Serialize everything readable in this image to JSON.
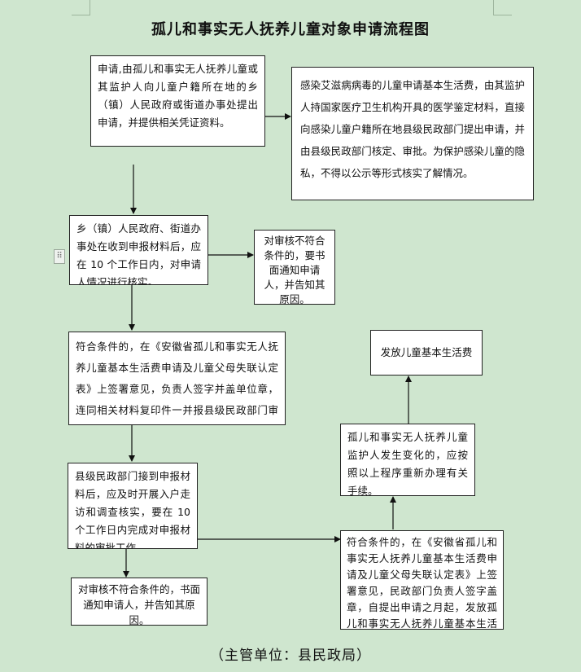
{
  "title": "孤儿和事实无人抚养儿童对象申请流程图",
  "footer": "（主管单位：县民政局）",
  "boxes": {
    "apply": "申请,由孤儿和事实无人抚养儿童或其监护人向儿童户籍所在地的乡（镇）人民政府或街道办事处提出申请，并提供相关凭证资料。",
    "aids": "感染艾滋病病毒的儿童申请基本生活费，由其监护人持国家医疗卫生机构开具的医学鉴定材料，直接向感染儿童户籍所在地县级民政部门提出申请，并由县级民政部门核定、审批。为保护感染儿童的隐私，不得以公示等形式核实了解情况。",
    "township_verify": "乡（镇）人民政府、街道办事处在收到申报材料后，应在 10 个工作日内，对申请人情况进行核实。",
    "reject_township": "对审核不符合条件的，要书面通知申请人，并告知其原因。",
    "sign_report": "符合条件的，在《安徽省孤儿和事实无人抚养儿童基本生活费申请及儿童父母失联认定表》上签署意见，负责人签字并盖单位章，连同相关材料复印件一并报县级民政部门审批。",
    "county_review": "县级民政部门接到申报材料后，应及时开展入户走访和调查核实，要在 10 个工作日内完成对申报材料的审批工作。",
    "reject_county": "对审核不符合条件的，书面通知申请人，并告知其原因。",
    "approve_pay": "符合条件的，在《安徽省孤儿和事实无人抚养儿童基本生活费申请及儿童父母失联认定表》上签署意见，民政部门负责人签字盖章，自提出申请之月起，发放孤儿和事实无人抚养儿童基本生活费。",
    "guardian_change": "孤儿和事实无人抚养儿童监护人发生变化的，应按照以上程序重新办理有关手续。",
    "issue": "发放儿童基本生活费"
  }
}
